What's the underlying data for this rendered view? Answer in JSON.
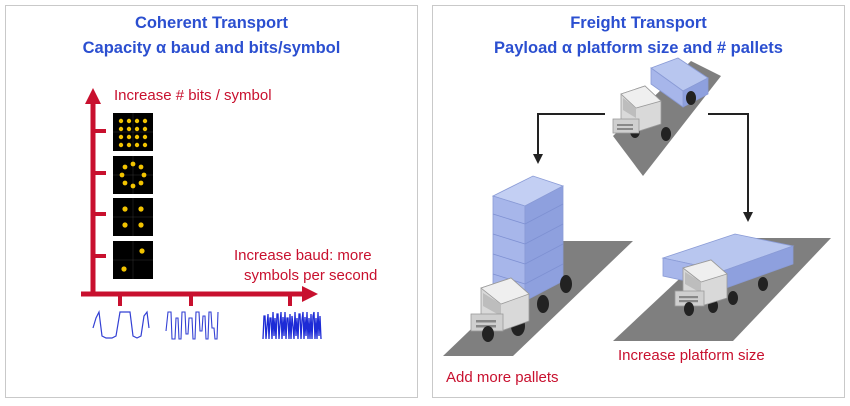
{
  "left_panel": {
    "title": "Coherent Transport",
    "subtitle": "Capacity α baud and bits/symbol",
    "y_axis_label": "Increase # bits / symbol",
    "x_axis_label_line1": "Increase baud: more",
    "x_axis_label_line2": "symbols per second"
  },
  "right_panel": {
    "title": "Freight Transport",
    "subtitle": "Payload α platform size and # pallets",
    "label_pallets": "Add more pallets",
    "label_platform": "Increase platform size"
  },
  "colors": {
    "title_blue": "#2b4fd0",
    "accent_red": "#c8102e",
    "constellation_dot": "#f2c300",
    "pallet_blue": "#a7b6ea",
    "road_gray": "#7f7f7f",
    "waveform_blue": "#3340d4"
  }
}
